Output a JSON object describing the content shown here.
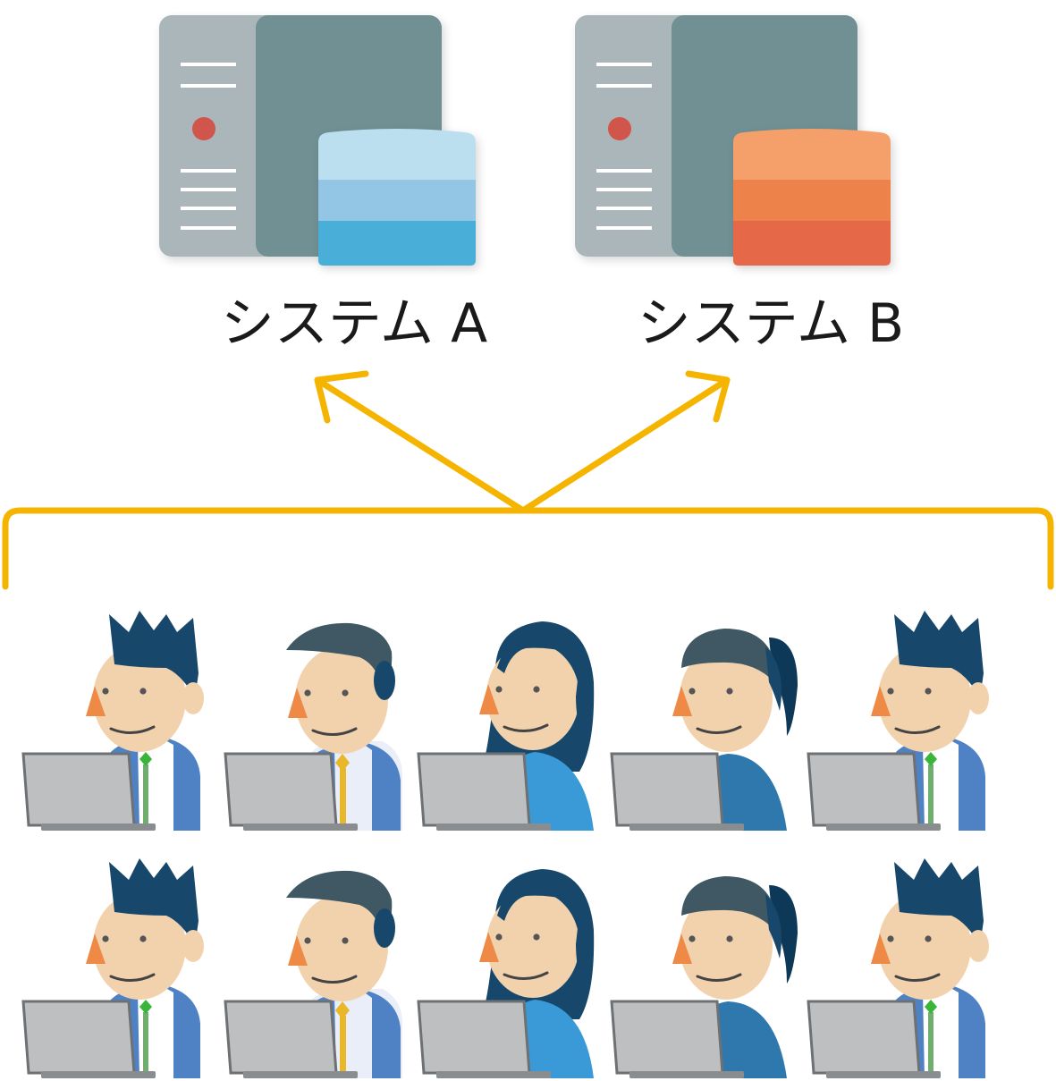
{
  "systems": [
    {
      "id": "A",
      "label": "システム A",
      "db_colors": [
        "#bcdff0",
        "#93c6e4",
        "#4aaed8"
      ]
    },
    {
      "id": "B",
      "label": "システム B",
      "db_colors": [
        "#f5a06a",
        "#ee824c",
        "#e5684a"
      ]
    }
  ],
  "colors": {
    "server_front": "#aab6ba",
    "server_back": "#6f9094",
    "server_led": "#d0544c",
    "connector": "#f5b400",
    "laptop": "#bdbfc1",
    "laptop_base": "#8a8d90",
    "skin": "#f2d2ad",
    "hair_dark": "#17486b",
    "hair_gray": "#3f5864",
    "shirt_blue": "#4f82c4",
    "shirt_sky": "#3a9ad8",
    "shirt_teal": "#2f78ad"
  },
  "users": {
    "rows": 2,
    "people": [
      {
        "type": "spiky-man",
        "tie_color": "#3ab53a"
      },
      {
        "type": "side-part-man",
        "tie_color": "#e8b82a"
      },
      {
        "type": "long-hair-woman",
        "tie_color": ""
      },
      {
        "type": "ponytail-woman",
        "tie_color": ""
      },
      {
        "type": "spiky-man",
        "tie_color": "#3ab53a"
      }
    ]
  }
}
